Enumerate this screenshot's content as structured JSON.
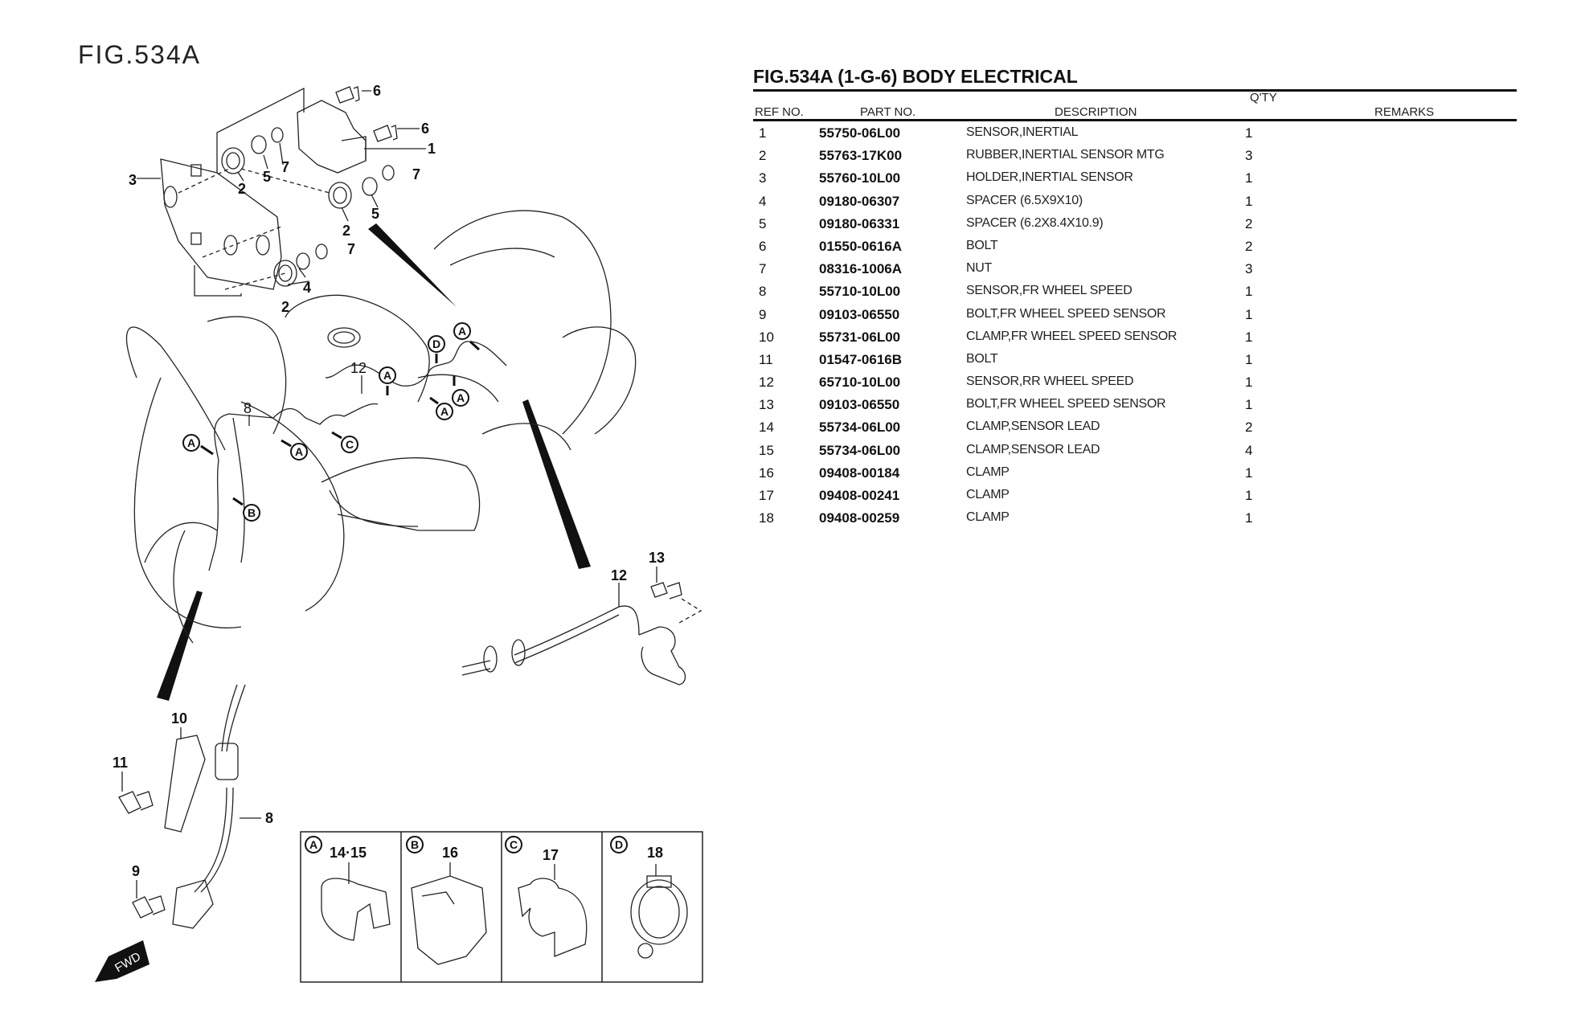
{
  "figure": {
    "label": "FIG.534A",
    "callout_labels": {
      "1": "1",
      "2": "2",
      "3": "3",
      "4": "4",
      "5": "5",
      "6": "6",
      "7": "7",
      "8": "8",
      "9": "9",
      "10": "10",
      "11": "11",
      "12": "12",
      "13": "13"
    },
    "clamp_markers": [
      "A",
      "B",
      "C",
      "D"
    ],
    "detail_boxes": [
      {
        "marker": "A",
        "refs": "14·15"
      },
      {
        "marker": "B",
        "refs": "16"
      },
      {
        "marker": "C",
        "refs": "17"
      },
      {
        "marker": "D",
        "refs": "18"
      }
    ],
    "direction_badge": "FWD"
  },
  "parts_list": {
    "title": "FIG.534A (1-G-6) BODY ELECTRICAL",
    "columns": {
      "ref_no": "REF NO.",
      "part_no": "PART NO.",
      "description": "DESCRIPTION",
      "qty": "Q'TY",
      "remarks": "REMARKS"
    },
    "rows": [
      {
        "ref": "1",
        "part_no": "55750-06L00",
        "description": "SENSOR,INERTIAL",
        "qty": "1",
        "remarks": ""
      },
      {
        "ref": "2",
        "part_no": "55763-17K00",
        "description": "RUBBER,INERTIAL SENSOR MTG",
        "qty": "3",
        "remarks": ""
      },
      {
        "ref": "3",
        "part_no": "55760-10L00",
        "description": "HOLDER,INERTIAL SENSOR",
        "qty": "1",
        "remarks": ""
      },
      {
        "ref": "4",
        "part_no": "09180-06307",
        "description": "SPACER (6.5X9X10)",
        "qty": "1",
        "remarks": ""
      },
      {
        "ref": "5",
        "part_no": "09180-06331",
        "description": "SPACER (6.2X8.4X10.9)",
        "qty": "2",
        "remarks": ""
      },
      {
        "ref": "6",
        "part_no": "01550-0616A",
        "description": "BOLT",
        "qty": "2",
        "remarks": ""
      },
      {
        "ref": "7",
        "part_no": "08316-1006A",
        "description": "NUT",
        "qty": "3",
        "remarks": ""
      },
      {
        "ref": "8",
        "part_no": "55710-10L00",
        "description": "SENSOR,FR WHEEL SPEED",
        "qty": "1",
        "remarks": ""
      },
      {
        "ref": "9",
        "part_no": "09103-06550",
        "description": "BOLT,FR WHEEL SPEED SENSOR",
        "qty": "1",
        "remarks": ""
      },
      {
        "ref": "10",
        "part_no": "55731-06L00",
        "description": "CLAMP,FR WHEEL SPEED SENSOR",
        "qty": "1",
        "remarks": ""
      },
      {
        "ref": "11",
        "part_no": "01547-0616B",
        "description": "BOLT",
        "qty": "1",
        "remarks": ""
      },
      {
        "ref": "12",
        "part_no": "65710-10L00",
        "description": "SENSOR,RR WHEEL SPEED",
        "qty": "1",
        "remarks": ""
      },
      {
        "ref": "13",
        "part_no": "09103-06550",
        "description": "BOLT,FR WHEEL SPEED SENSOR",
        "qty": "1",
        "remarks": ""
      },
      {
        "ref": "14",
        "part_no": "55734-06L00",
        "description": "CLAMP,SENSOR LEAD",
        "qty": "2",
        "remarks": ""
      },
      {
        "ref": "15",
        "part_no": "55734-06L00",
        "description": "CLAMP,SENSOR LEAD",
        "qty": "4",
        "remarks": ""
      },
      {
        "ref": "16",
        "part_no": "09408-00184",
        "description": "CLAMP",
        "qty": "1",
        "remarks": ""
      },
      {
        "ref": "17",
        "part_no": "09408-00241",
        "description": "CLAMP",
        "qty": "1",
        "remarks": ""
      },
      {
        "ref": "18",
        "part_no": "09408-00259",
        "description": "CLAMP",
        "qty": "1",
        "remarks": ""
      }
    ]
  }
}
